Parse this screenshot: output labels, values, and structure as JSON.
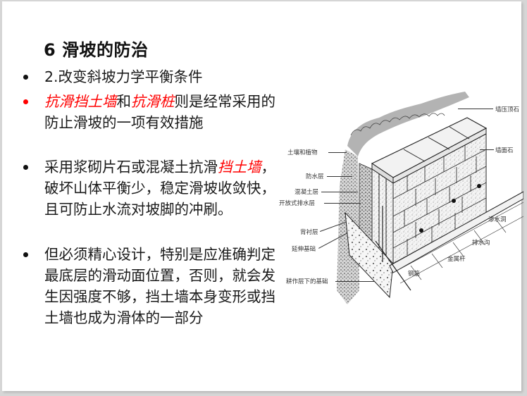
{
  "slide": {
    "title": "6 滑坡的防治",
    "bullets": [
      {
        "color": "#111111",
        "segments": [
          {
            "text": "2.改变斜坡力学平衡条件",
            "emphasis": false
          }
        ]
      },
      {
        "color": "#ff0000",
        "segments": [
          {
            "text": "抗滑挡土墙",
            "emphasis": true
          },
          {
            "text": "和",
            "emphasis": false
          },
          {
            "text": "抗滑桩",
            "emphasis": true
          },
          {
            "text": "则是经常采用的防止滑坡的一项有效措施",
            "emphasis": false
          }
        ]
      },
      {
        "color": "#111111",
        "segments": [
          {
            "text": "采用浆砌片石或混凝土抗滑",
            "emphasis": false
          },
          {
            "text": "挡土墙",
            "emphasis": true
          },
          {
            "text": "，破坏山体平衡少，稳定滑坡收敛快，且可防止水流对坡脚的冲刷。",
            "emphasis": false
          }
        ]
      },
      {
        "color": "#111111",
        "segments": [
          {
            "text": "但必须精心设计，特别是应准确判定最底层的滑动面位置，否则，就会发生因强度不够，挡土墙本身变形或挡土墙也成为滑体的一部分",
            "emphasis": false
          }
        ]
      }
    ],
    "emphasis_color": "#ff0000"
  },
  "diagram": {
    "type": "retaining-wall-illustration",
    "labels_left": [
      "土壤和植物",
      "防水层",
      "混凝土层",
      "开放式排水层",
      "背衬层",
      "延伸基础",
      "耕作层下的基础"
    ],
    "labels_right": [
      "墙压顶石",
      "墙面石",
      "渗水洞",
      "排水沟",
      "金属杆",
      "钢筋"
    ]
  }
}
